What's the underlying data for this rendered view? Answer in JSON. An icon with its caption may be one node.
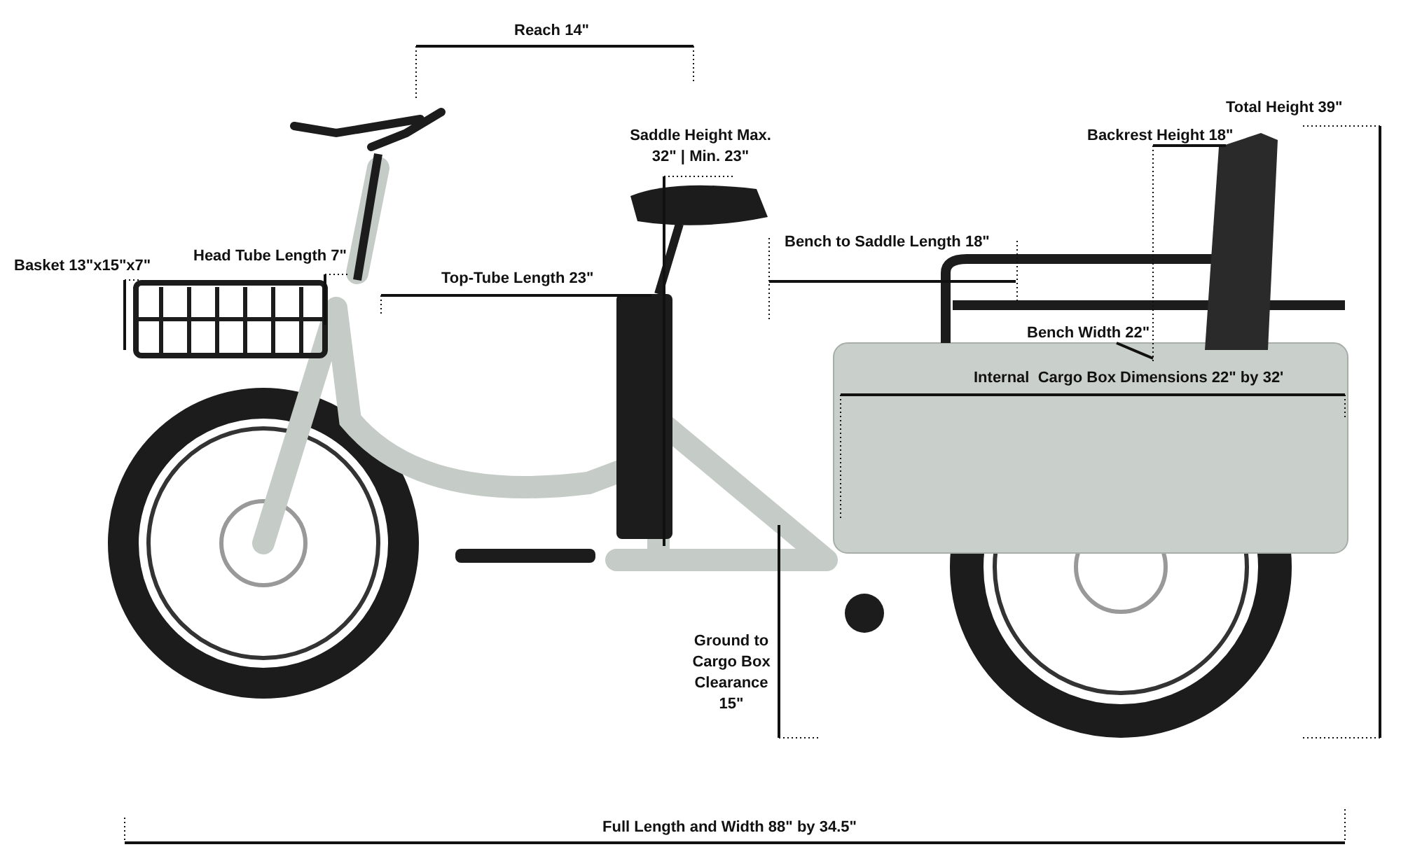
{
  "diagram": {
    "labels": [
      "Reach 14\"",
      "Total Height 39\"",
      "Backrest Height 18\"",
      "Saddle Height Max. 32\" | Min. 23\"",
      "Basket 13\"x15\"x7\"",
      "Head Tube Length 7\"",
      "Top-Tube Length 23\"",
      "Bench to Saddle Length 18\"",
      "Bench Width 22\"",
      "Internal  Cargo Box Dimensions 22\" by 32'",
      "Ground to Cargo Box Clearance 15\"",
      "Full Length and Width 88\" by 34.5\""
    ]
  }
}
